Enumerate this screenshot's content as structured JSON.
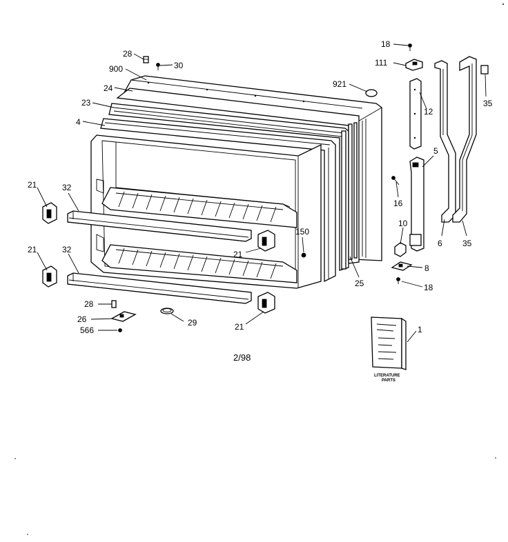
{
  "callouts": {
    "c28_top": "28",
    "c30": "30",
    "c900": "900",
    "c24": "24",
    "c23": "23",
    "c4": "4",
    "c921": "921",
    "c18_top": "18",
    "c111": "111",
    "c12": "12",
    "c35_top": "35",
    "c5": "5",
    "c16": "16",
    "c10": "10",
    "c6": "6",
    "c35_bottom": "35",
    "c8": "8",
    "c18_bottom": "18",
    "c25": "25",
    "c150": "150",
    "c21_upper_left": "21",
    "c32_upper": "32",
    "c21_upper_right": "21",
    "c21_lower_left": "21",
    "c32_lower": "32",
    "c28_bottom": "28",
    "c26": "26",
    "c566": "566",
    "c29": "29",
    "c21_lower_right": "21",
    "c1": "1"
  },
  "booklet": {
    "line1": "LITERATURE",
    "line2": "PARTS"
  },
  "footer": {
    "date_code": "2/98"
  }
}
